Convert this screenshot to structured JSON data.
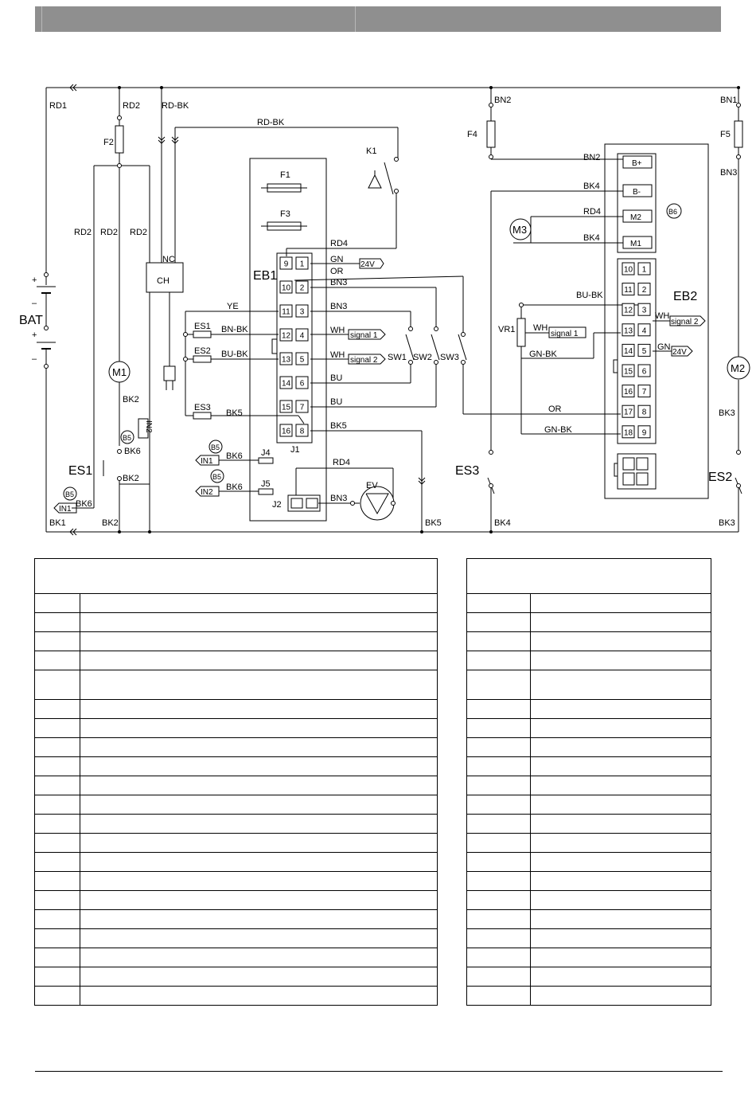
{
  "labels": {
    "bat": "BAT",
    "es1": "ES1",
    "es2": "ES2",
    "es3": "ES3",
    "eb1": "EB1",
    "eb2": "EB2",
    "m1": "M1",
    "m2": "M2",
    "m3": "M3",
    "ch": "CH",
    "nc": "NC",
    "ev": "EV",
    "k1": "K1",
    "f1": "F1",
    "f2": "F2",
    "f3": "F3",
    "f4": "F4",
    "f5": "F5",
    "vr1": "VR1",
    "j1": "J1",
    "j2": "J2",
    "j4": "J4",
    "j5": "J5",
    "sw1": "SW1",
    "sw2": "SW2",
    "sw3": "SW3",
    "b5": "B5",
    "b6": "B6",
    "in1": "IN1",
    "in2": "IN2",
    "plus": "+",
    "minus": "–",
    "signal1": "signal 1",
    "signal2": "signal 2",
    "v24": "24V",
    "bplus": "B+",
    "bminus": "B-",
    "mtwo": "M2",
    "mone": "M1"
  },
  "wires": {
    "rd1": "RD1",
    "rd2": "RD2",
    "rdbk": "RD-BK",
    "rd4": "RD4",
    "bn1": "BN1",
    "bn2": "BN2",
    "bn3": "BN3",
    "bnbk": "BN-BK",
    "bk1": "BK1",
    "bk2": "BK2",
    "bk3": "BK3",
    "bk4": "BK4",
    "bk5": "BK5",
    "bk6": "BK6",
    "gn": "GN",
    "or": "OR",
    "ye": "YE",
    "wh": "WH",
    "bu": "BU",
    "bubk": "BU-BK",
    "gnbk": "GN-BK"
  },
  "eb1_pins": [
    [
      "9",
      "1"
    ],
    [
      "10",
      "2"
    ],
    [
      "11",
      "3"
    ],
    [
      "12",
      "4"
    ],
    [
      "13",
      "5"
    ],
    [
      "14",
      "6"
    ],
    [
      "15",
      "7"
    ],
    [
      "16",
      "8"
    ]
  ],
  "eb2_pins": [
    [
      "10",
      "1"
    ],
    [
      "11",
      "2"
    ],
    [
      "12",
      "3"
    ],
    [
      "13",
      "4"
    ],
    [
      "14",
      "5"
    ],
    [
      "15",
      "6"
    ],
    [
      "16",
      "7"
    ],
    [
      "17",
      "8"
    ],
    [
      "18",
      "9"
    ]
  ],
  "legend_left_rows": 21,
  "legend_right_rows": 21
}
